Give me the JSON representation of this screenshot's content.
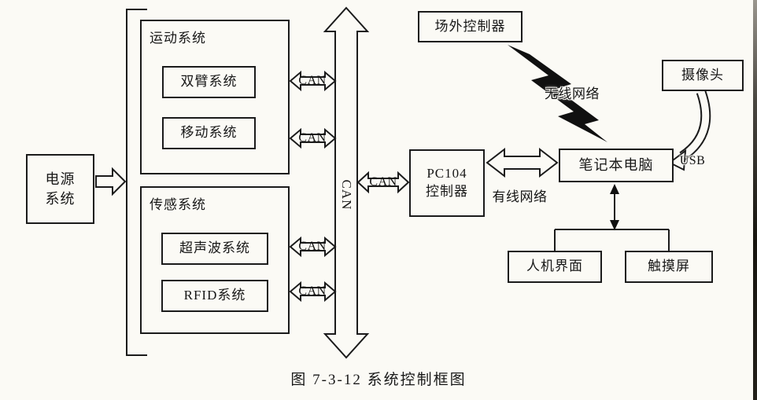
{
  "figure": {
    "caption": "图 7-3-12  系统控制框图"
  },
  "colors": {
    "ink": "#1b1b1b",
    "background": "#fbfaf5"
  },
  "nodes": {
    "power": {
      "line1": "电源",
      "line2": "系统"
    },
    "motion_group": {
      "label": "运动系统"
    },
    "dual_arm": {
      "label": "双臂系统"
    },
    "mobile": {
      "label": "移动系统"
    },
    "sensing_group": {
      "label": "传感系统"
    },
    "ultrasonic": {
      "label": "超声波系统"
    },
    "rfid": {
      "label": "RFID系统"
    },
    "offsite_controller": {
      "label": "场外控制器"
    },
    "camera": {
      "label": "摄像头"
    },
    "pc104": {
      "line1": "PC104",
      "line2": "控制器"
    },
    "laptop": {
      "label": "笔记本电脑"
    },
    "hmi": {
      "label": "人机界面"
    },
    "touchscreen": {
      "label": "触摸屏"
    }
  },
  "links": {
    "can_bus": {
      "label": "CAN"
    },
    "can_dual_arm": {
      "label": "CAN"
    },
    "can_mobile": {
      "label": "CAN"
    },
    "can_ultrasonic": {
      "label": "CAN"
    },
    "can_rfid": {
      "label": "CAN"
    },
    "can_pc104": {
      "label": "CAN"
    },
    "wired_network": {
      "label": "有线网络"
    },
    "wireless_network": {
      "label": "无线网络"
    },
    "usb": {
      "label": "USB"
    }
  }
}
